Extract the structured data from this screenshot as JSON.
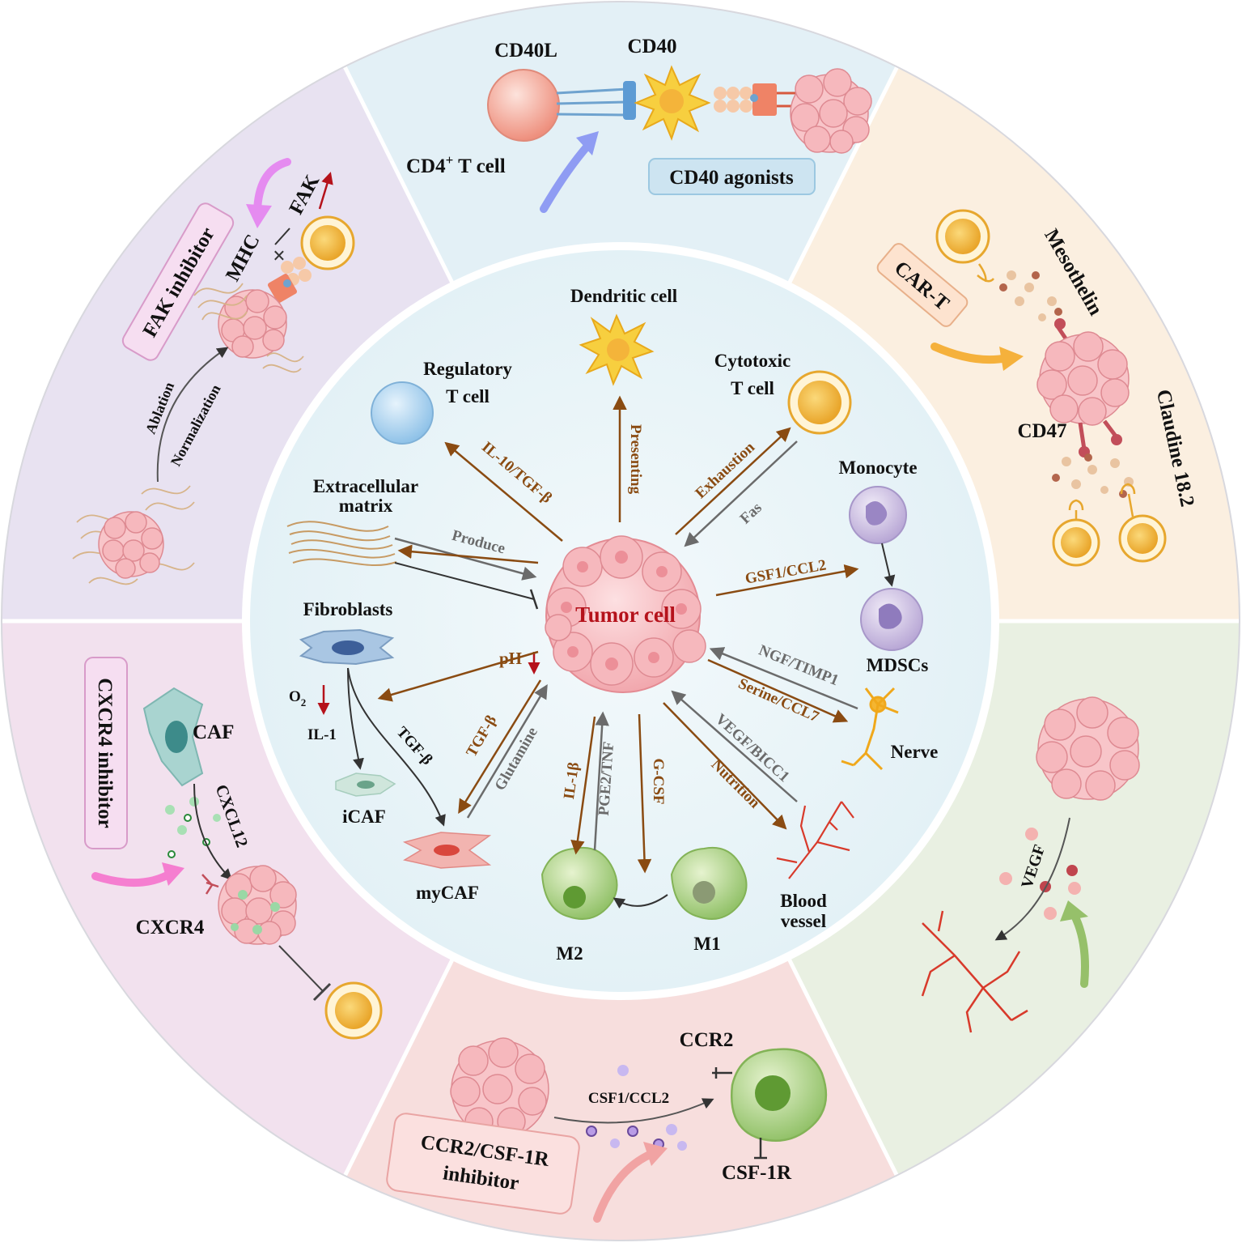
{
  "center": {
    "tumor": "Tumor cell",
    "cells": {
      "dendritic": "Dendritic cell",
      "treg_l1": "Regulatory",
      "treg_l2": "T cell",
      "ctl_l1": "Cytotoxic",
      "ctl_l2": "T cell",
      "ecm_l1": "Extracellular",
      "ecm_l2": "matrix",
      "monocyte": "Monocyte",
      "mdscs": "MDSCs",
      "fibroblasts": "Fibroblasts",
      "nerve": "Nerve",
      "icaf": "iCAF",
      "mycaf": "myCAF",
      "m2": "M2",
      "m1": "M1",
      "blood_l1": "Blood",
      "blood_l2": "vessel",
      "o2": "O",
      "o2_sub": "2",
      "il1": "IL-1",
      "ph": "pH"
    },
    "arrows": {
      "presenting": "Presenting",
      "il10": "IL-10/TGF-β",
      "exhaustion": "Exhaustion",
      "fas": "Fas",
      "produce": "Produce",
      "gsf1": "GSF1/CCL2",
      "ngf": "NGF/TIMP1",
      "serine": "Serine/CCL7",
      "vegf_bicc1": "VEGF/BICC1",
      "nutrition": "Nutrition",
      "gcsf": "G-CSF",
      "pge2": "PGE2/TNF",
      "il1b": "IL-1β",
      "glutamine": "Glutamine",
      "tgfb1": "TGF-β",
      "tgfb2": "TGF-β"
    }
  },
  "outer": {
    "cd40": {
      "cd40l": "CD40L",
      "cd40": "CD40",
      "cd4": "CD4",
      "cd4_sup": "+",
      "cd4_tail": " T cell",
      "agonists": "CD40 agonists"
    },
    "cart": {
      "box": "CAR-T",
      "mesothelin": "Mesothelin",
      "claudine": "Claudine 18.2",
      "cd47": "CD47"
    },
    "vegf": {
      "label": "VEGF"
    },
    "ccr2": {
      "ccr2": "CCR2",
      "csf1ccl2": "CSF1/CCL2",
      "csf1r": "CSF-1R",
      "box_l1": "CCR2/CSF-1R",
      "box_l2": "inhibitor"
    },
    "cxcr4": {
      "box": "CXCR4 inhibitor",
      "caf": "CAF",
      "cxcl12": "CXCL12",
      "cxcr4": "CXCR4"
    },
    "fak": {
      "box": "FAK inhibitor",
      "mhc": "MHC",
      "fak": "FAK",
      "ablation": "Ablation",
      "normalization": "Normalization"
    }
  },
  "colors": {
    "brown_arrow": "#8a4b12",
    "gray_arrow": "#6b6b6b",
    "tumor_text": "#b5121b",
    "sector_top": "#e3f0f6",
    "sector_topright": "#fbefe0",
    "sector_right": "#e9f0e2",
    "sector_bottom": "#f7dedd",
    "sector_left": "#f2e1ee",
    "sector_topleft": "#e8e2f1"
  }
}
